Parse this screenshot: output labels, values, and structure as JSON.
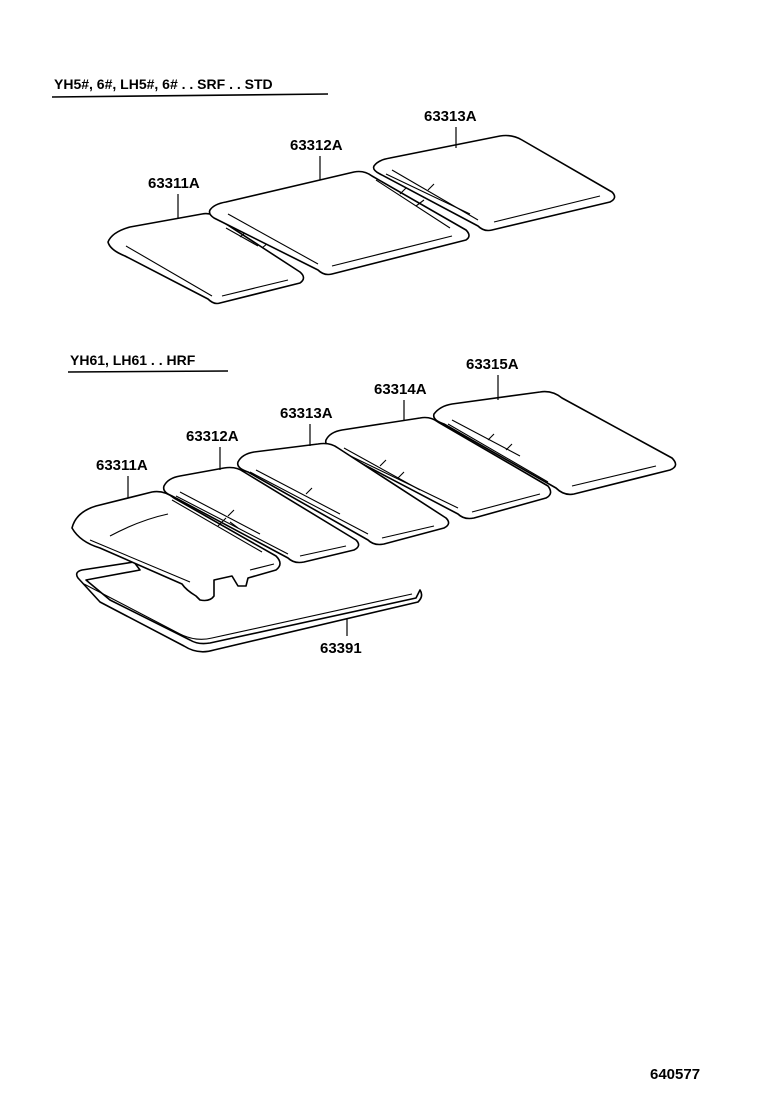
{
  "sections": [
    {
      "header": "YH5#, 6#, LH5#, 6# . . SRF . . STD",
      "parts": [
        "63311A",
        "63312A",
        "63313A"
      ]
    },
    {
      "header": "YH61, LH61 . . HRF",
      "parts": [
        "63311A",
        "63312A",
        "63313A",
        "63314A",
        "63315A"
      ],
      "weatherstrip": "63391"
    }
  ],
  "illustration_number": "640577"
}
